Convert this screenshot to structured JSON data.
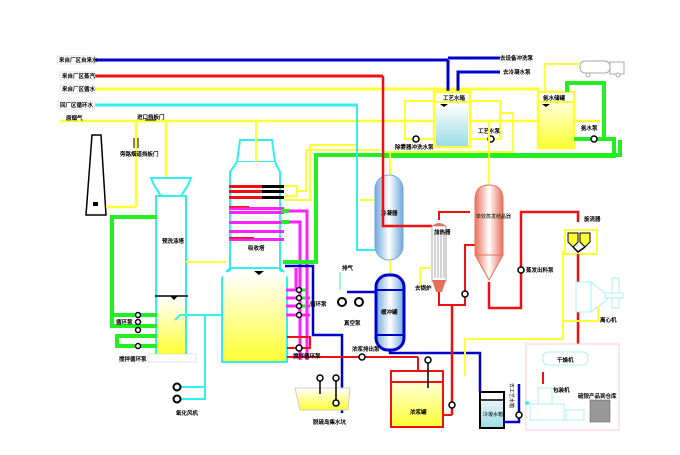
{
  "diagram": {
    "title": "Ammonia flue gas desulfurization process flow",
    "colors": {
      "tap_water": "#0000cc",
      "steam": "#ee1111",
      "process_water": "#ffff33",
      "circulating_water": "#33eeee",
      "ammonia": "#22ee22",
      "slurry": "#ff22ff",
      "tower_outline": "#33eeee",
      "tank_fill": "#ffff33"
    },
    "inlets": [
      {
        "id": "tap-water",
        "label": "来自厂区自来水"
      },
      {
        "id": "steam",
        "label": "来自厂区蒸汽"
      },
      {
        "id": "process-water",
        "label": "来自厂区循水"
      },
      {
        "id": "return-water",
        "label": "回厂区循环水"
      },
      {
        "id": "raw-flue-gas",
        "label": "原烟气"
      }
    ],
    "labels": {
      "inlet_damper": "进口挡板门",
      "bypass_damper": "旁路烟道挡板门",
      "equipment_flush_pump": "去设备冲洗泵",
      "condensate_pump": "去冷凝水泵",
      "process_water_tank": "工艺水箱",
      "process_water_pump": "工艺水泵",
      "demister_flush_pump": "除雾器冲洗水泵",
      "ammonia_tank": "氨水储罐",
      "ammonia_pump": "氨水泵",
      "prewash_tower": "预洗涤塔",
      "absorber": "吸收塔",
      "circulation_pump": "循环泵",
      "circulation_pump_2": "循环泵",
      "agitator_circ_pump": "搅拌循环泵",
      "oxidation_fan": "氧化风机",
      "condenser": "冷凝器",
      "buffer_tank": "缓冲罐",
      "vent": "排气",
      "vacuum_pump": "真空泵",
      "heater": "加热器",
      "to_boiler": "去锅炉",
      "evaporator": "单效蒸发结晶器",
      "evap_discharge_pump": "蒸发出料泵",
      "thickener": "旋流器",
      "centrifuge": "离心机",
      "dryer": "干燥机",
      "packer": "包装机",
      "product_store": "硫铵产品到仓库",
      "slurry_discharge_pump": "浓浆排出泵",
      "slurry_tank": "浓浆罐",
      "sump": "脱硫岛集水坑",
      "condensate_tank": "冷凝水箱",
      "to_process_water": "去工艺水箱"
    }
  }
}
